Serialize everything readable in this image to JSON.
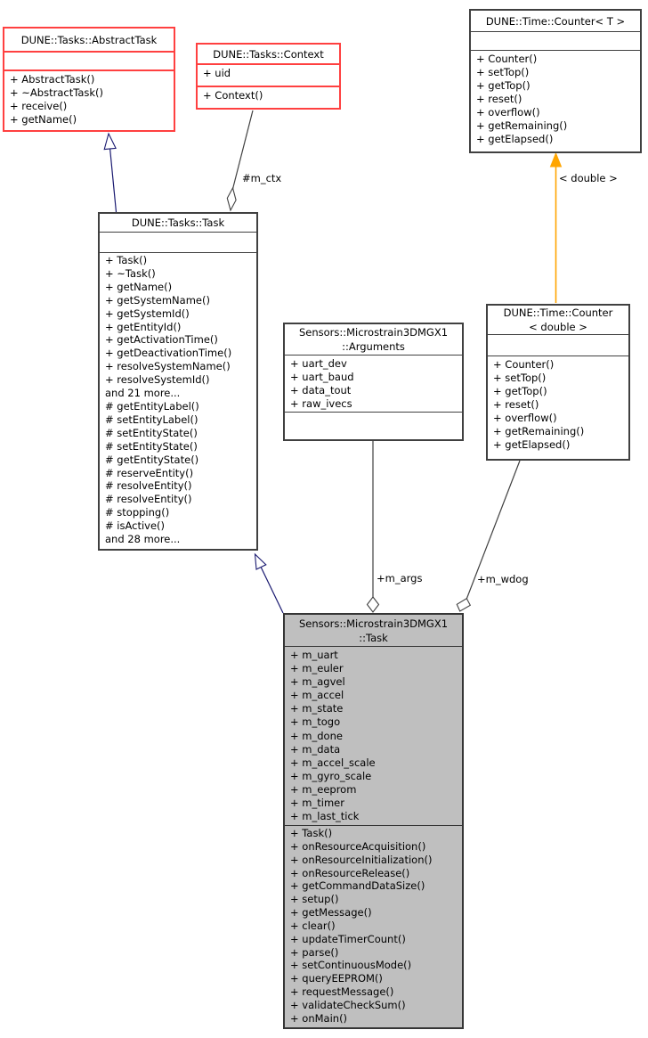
{
  "diagram": {
    "type": "uml-collaboration-graph",
    "colors": {
      "box_border": "#404040",
      "truncated_box_border": "#ff4040",
      "inheritance_edge": "#191970",
      "template_edge": "#ffa500",
      "aggregation_edge": "#404040",
      "current_class_fill": "#bfbfbf",
      "background": "#ffffff"
    },
    "classes": {
      "abstract_task": {
        "title": "DUNE::Tasks::AbstractTask",
        "attributes": [],
        "methods": [
          "+ AbstractTask()",
          "+ ~AbstractTask()",
          "+ receive()",
          "+ getName()"
        ]
      },
      "context": {
        "title": "DUNE::Tasks::Context",
        "attributes": [
          "+ uid"
        ],
        "methods": [
          "+ Context()"
        ]
      },
      "counter_t": {
        "title": "DUNE::Time::Counter< T >",
        "attributes": [],
        "methods": [
          "+ Counter()",
          "+ setTop()",
          "+ getTop()",
          "+ reset()",
          "+ overflow()",
          "+ getRemaining()",
          "+ getElapsed()"
        ]
      },
      "tasks_task": {
        "title": "DUNE::Tasks::Task",
        "attributes": [],
        "methods": [
          "+ Task()",
          "+ ~Task()",
          "+ getName()",
          "+ getSystemName()",
          "+ getSystemId()",
          "+ getEntityId()",
          "+ getActivationTime()",
          "+ getDeactivationTime()",
          "+ resolveSystemName()",
          "+ resolveSystemId()",
          "and 21 more...",
          "# getEntityLabel()",
          "# setEntityLabel()",
          "# setEntityState()",
          "# setEntityState()",
          "# getEntityState()",
          "# reserveEntity()",
          "# resolveEntity()",
          "# resolveEntity()",
          "# stopping()",
          "# isActive()",
          "and 28 more..."
        ]
      },
      "arguments": {
        "title": [
          "Sensors::Microstrain3DMGX1",
          "::Arguments"
        ],
        "attributes": [
          "+ uart_dev",
          "+ uart_baud",
          "+ data_tout",
          "+ raw_ivecs"
        ],
        "methods": []
      },
      "counter_double": {
        "title": [
          "DUNE::Time::Counter",
          "< double >"
        ],
        "attributes": [],
        "methods": [
          "+ Counter()",
          "+ setTop()",
          "+ getTop()",
          "+ reset()",
          "+ overflow()",
          "+ getRemaining()",
          "+ getElapsed()"
        ]
      },
      "micro_task": {
        "title": [
          "Sensors::Microstrain3DMGX1",
          "::Task"
        ],
        "attributes": [
          "+ m_uart",
          "+ m_euler",
          "+ m_agvel",
          "+ m_accel",
          "+ m_state",
          "+ m_togo",
          "+ m_done",
          "+ m_data",
          "+ m_accel_scale",
          "+ m_gyro_scale",
          "+ m_eeprom",
          "+ m_timer",
          "+ m_last_tick"
        ],
        "methods": [
          "+ Task()",
          "+ onResourceAcquisition()",
          "+ onResourceInitialization()",
          "+ onResourceRelease()",
          "+ getCommandDataSize()",
          "+ setup()",
          "+ getMessage()",
          "+ clear()",
          "+ updateTimerCount()",
          "+ parse()",
          "+ setContinuousMode()",
          "+ queryEEPROM()",
          "+ requestMessage()",
          "+ validateCheckSum()",
          "+ onMain()"
        ]
      }
    },
    "edge_labels": {
      "m_ctx": "#m_ctx",
      "template_args": "< double >",
      "m_args": "+m_args",
      "m_wdog": "+m_wdog"
    }
  }
}
